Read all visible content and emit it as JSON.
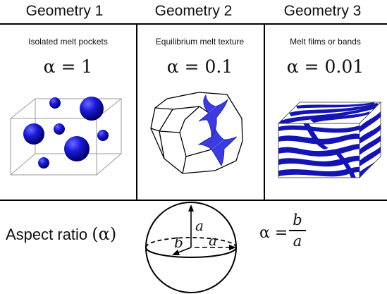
{
  "columns": [
    {
      "title": "Geometry 1",
      "subtitle": "Isolated melt pockets",
      "alpha": "α = 1"
    },
    {
      "title": "Geometry 2",
      "subtitle": "Equilibrium melt texture",
      "alpha": "α = 0.1"
    },
    {
      "title": "Geometry 3",
      "subtitle": "Melt films or bands",
      "alpha": "α = 0.01"
    }
  ],
  "aspect": {
    "label": "Aspect ratio",
    "symbol": "α",
    "formula_lhs": "α =",
    "numerator": "b",
    "denominator": "a",
    "axis_a": "a",
    "axis_b": "b"
  },
  "colors": {
    "melt": "#1a1ad6",
    "lines": "#000000"
  }
}
